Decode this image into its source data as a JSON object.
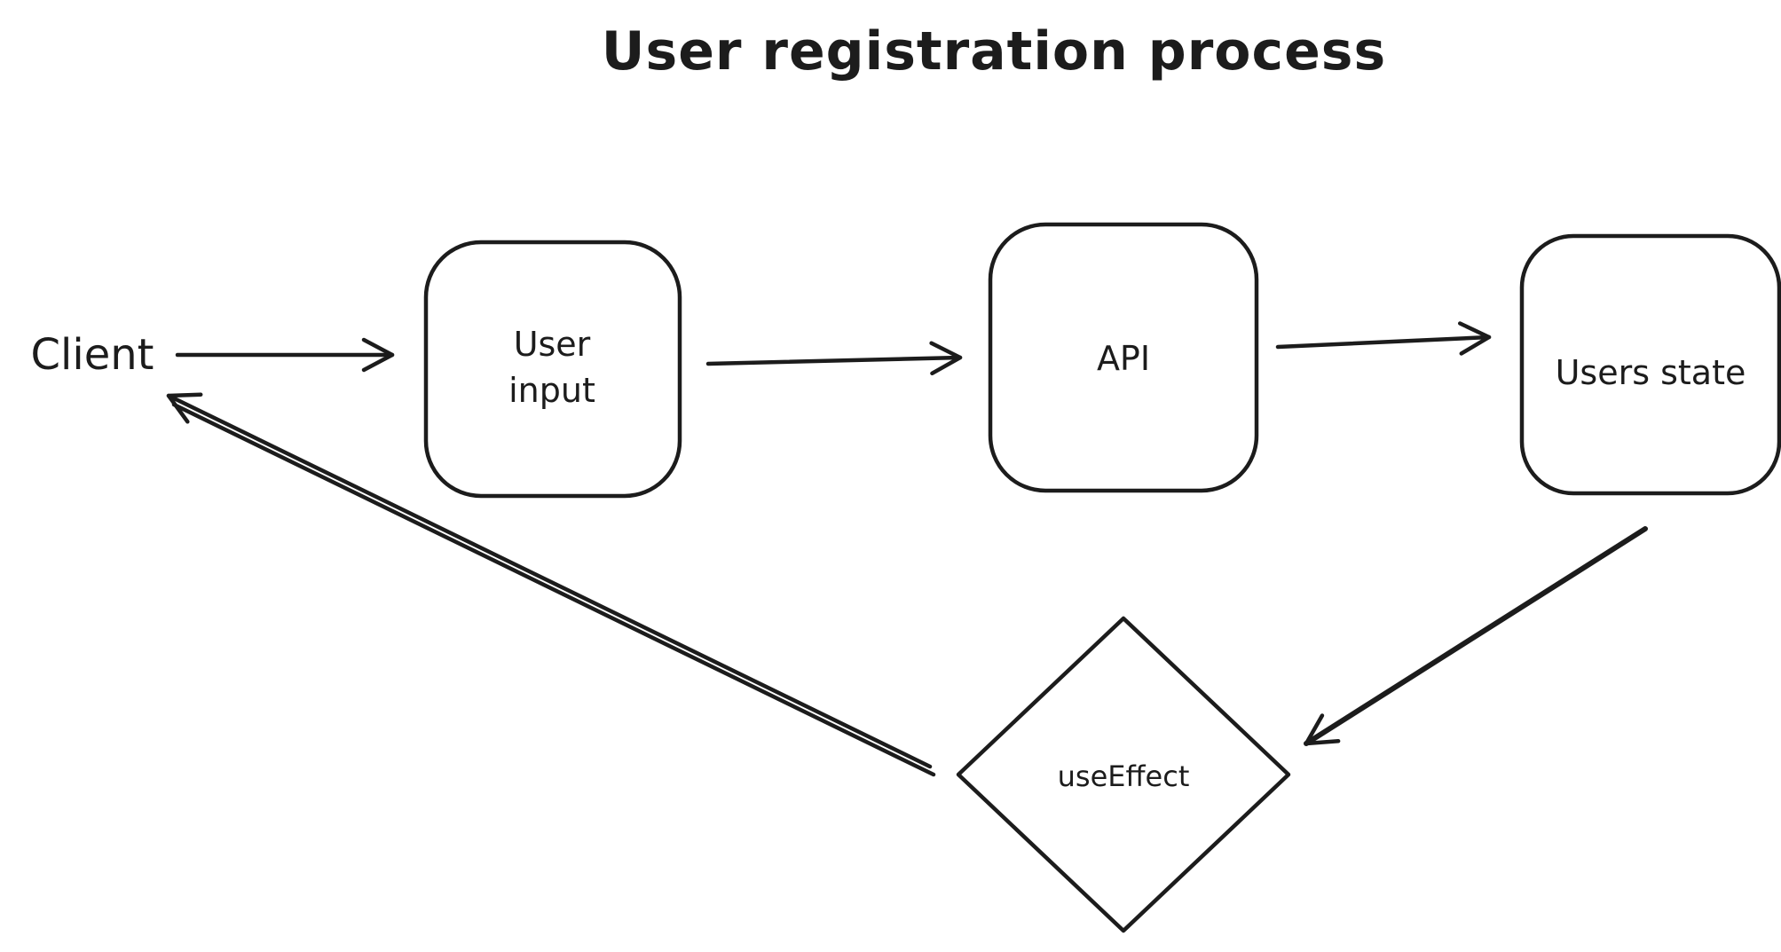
{
  "title": "User registration process",
  "nodes": {
    "client": {
      "label": "Client"
    },
    "user_input": {
      "line1": "User",
      "line2": "input"
    },
    "api": {
      "label": "API"
    },
    "users_state": {
      "label": "Users state"
    },
    "use_effect": {
      "label": "useEffect"
    }
  },
  "edges": [
    {
      "from": "Client",
      "to": "User input",
      "style": "single-arrow"
    },
    {
      "from": "User input",
      "to": "API",
      "style": "single-arrow"
    },
    {
      "from": "API",
      "to": "Users state",
      "style": "single-arrow"
    },
    {
      "from": "Users state",
      "to": "useEffect",
      "style": "single-arrow"
    },
    {
      "from": "useEffect",
      "to": "Client",
      "style": "double-line-arrow"
    }
  ],
  "colors": {
    "stroke": "#1c1c1c",
    "background": "#ffffff"
  }
}
